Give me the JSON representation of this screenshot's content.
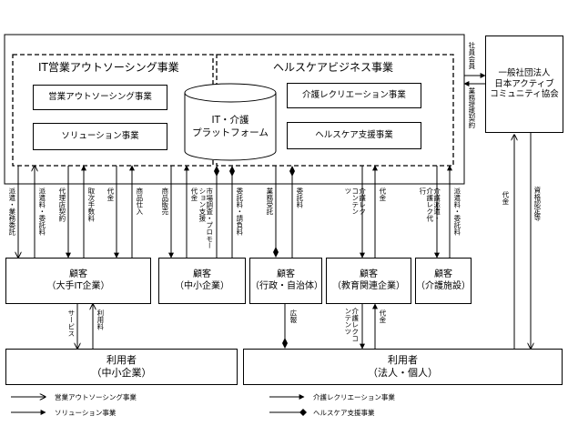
{
  "it_group": {
    "title": "IT営業アウトソーシング事業",
    "units": [
      "営業アウトソーシング事業",
      "ソリューション事業"
    ]
  },
  "health_group": {
    "title": "ヘルスケアビジネス事業",
    "units": [
      "介護レクリエーション事業",
      "ヘルスケア支援事業"
    ]
  },
  "platform": {
    "line1": "IT・介護",
    "line2": "プラットフォーム"
  },
  "partner": {
    "line1": "一般社団法人",
    "line2": "日本アクティブ",
    "line3": "コミュニティ協会"
  },
  "partner_links": {
    "top": "社員会員",
    "bottom": "業務提携契約",
    "right": "資格認定等"
  },
  "customers": [
    {
      "line1": "顧客",
      "line2": "（大手IT企業）"
    },
    {
      "line1": "顧客",
      "line2": "（中小企業）"
    },
    {
      "line1": "顧客",
      "line2": "（行政・自治体）"
    },
    {
      "line1": "顧客",
      "line2": "（教育関連企業）"
    },
    {
      "line1": "顧客",
      "line2": "（介護施設）"
    }
  ],
  "users": [
    {
      "line1": "利用者",
      "line2": "（中小企業）"
    },
    {
      "line1": "利用者",
      "line2": "（法人・個人）"
    }
  ],
  "flows": {
    "f1": "派遣・業務委託",
    "f2": "派遣料・委託料",
    "f3": "代理店契約",
    "f4": "取次手数料",
    "f5": "代金",
    "f6": "商品仕入",
    "f7": "商品販売",
    "f8": "代金",
    "f9": "市場調査・プロモーション支援",
    "f10": "委託料・請負料",
    "f11": "業務受託",
    "f12": "委託料",
    "f13": "介護レクコンテンツ",
    "f14": "代金",
    "f15": "介護派遣・介護レク代行",
    "f16": "派遣料・委託料",
    "f17": "代金"
  },
  "lower_flows": {
    "service": "サービス",
    "usage_fee": "利用料",
    "pr": "広報",
    "content": "介護レクコンテンツ",
    "price": "代金"
  },
  "legend": [
    {
      "label": "営業アウトソーシング事業",
      "arrow": "open"
    },
    {
      "label": "ソリューション事業",
      "arrow": "filled"
    },
    {
      "label": "介護レクリエーション事業",
      "arrow": "filled"
    },
    {
      "label": "ヘルスケア支援事業",
      "arrow": "diamond"
    }
  ]
}
